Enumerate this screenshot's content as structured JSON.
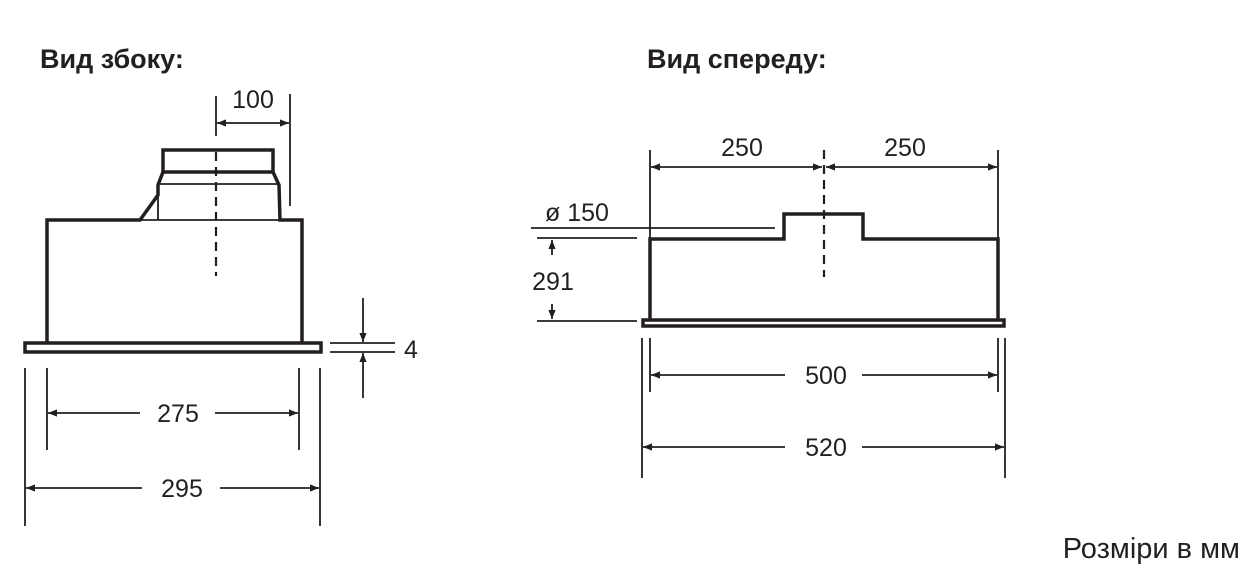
{
  "side_view": {
    "title": "Вид збоку:",
    "dims": {
      "offset": "100",
      "flange": "4",
      "inner_depth": "275",
      "outer_depth": "295"
    }
  },
  "front_view": {
    "title": "Вид спереду:",
    "dims": {
      "left_half": "250",
      "right_half": "250",
      "duct_diameter": "ø 150",
      "height": "291",
      "inner_width": "500",
      "outer_width": "520"
    }
  },
  "units_note": "Розміри в мм",
  "colors": {
    "line": "#231f20",
    "background": "#ffffff"
  }
}
